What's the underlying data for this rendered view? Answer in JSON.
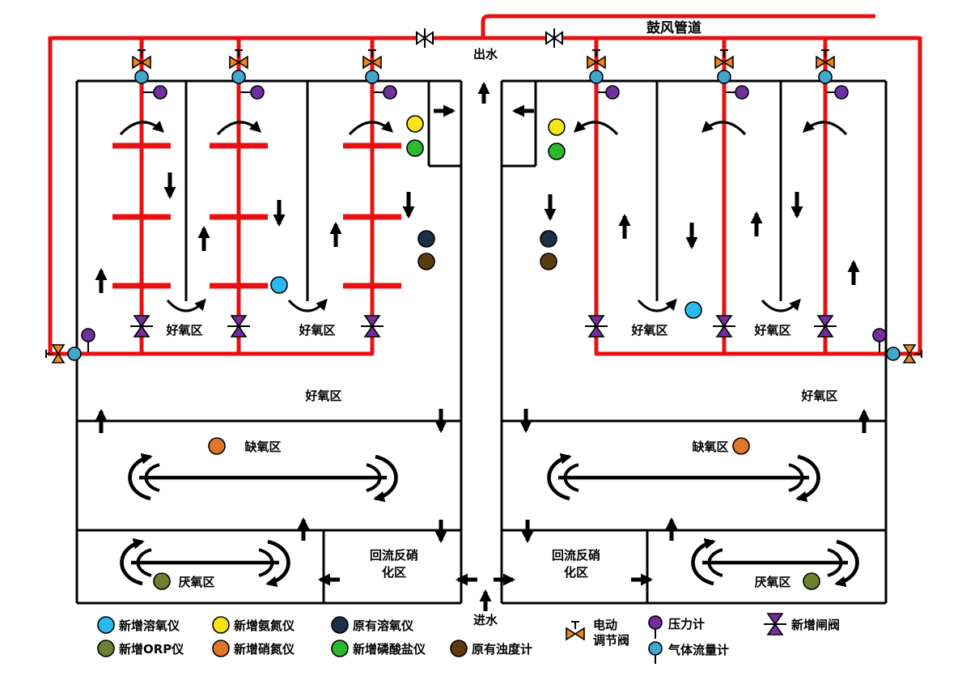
{
  "labels": {
    "blower_pipe": "鼓风管道",
    "effluent": "出水",
    "influent": "进水",
    "aerobic_zone": "好氧区",
    "anoxic_zone": "缺氧区",
    "anaerobic_zone": "厌氧区",
    "denitrification_line1": "回流反硝",
    "denitrification_line2": "化区"
  },
  "legend": {
    "do_new": "新增溶氧仪",
    "ammonia_new": "新增氨氮仪",
    "do_existing": "原有溶氧仪",
    "orp_new": "新增ORP仪",
    "nitrate_new": "新增硝氮仪",
    "phosphate_new": "新增磷酸盐仪",
    "turbidity_existing": "原有浊度计",
    "electric_valve_line1": "电动",
    "electric_valve_line2": "调节阀",
    "pressure_gauge": "压力计",
    "gas_flow_meter": "气体流量计",
    "gate_valve_new": "新增闸阀"
  },
  "colors": {
    "pipe_red": "#e81111",
    "do_new": "#29b9f0",
    "ammonia_new": "#f4e419",
    "do_existing": "#1b3048",
    "orp_new": "#6f8030",
    "nitrate_new": "#e0762a",
    "phosphate_new": "#2db82d",
    "turbidity_existing": "#5e3a10",
    "electric_valve": "#e8891e",
    "pressure_gauge": "#7030a0",
    "gas_flow_meter": "#3fa8cc",
    "gate_valve": "#7030a0"
  }
}
